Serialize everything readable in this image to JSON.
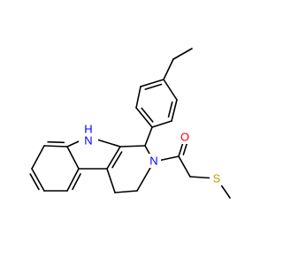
{
  "molecule": {
    "atoms": [
      {
        "id": "nh",
        "label": "H",
        "sublabel": "N",
        "color": "#0000ff"
      },
      {
        "id": "n",
        "label": "N",
        "color": "#0000ff"
      },
      {
        "id": "o",
        "label": "O",
        "color": "#ff0000"
      },
      {
        "id": "s",
        "label": "S",
        "color": "#b8a000"
      }
    ]
  }
}
